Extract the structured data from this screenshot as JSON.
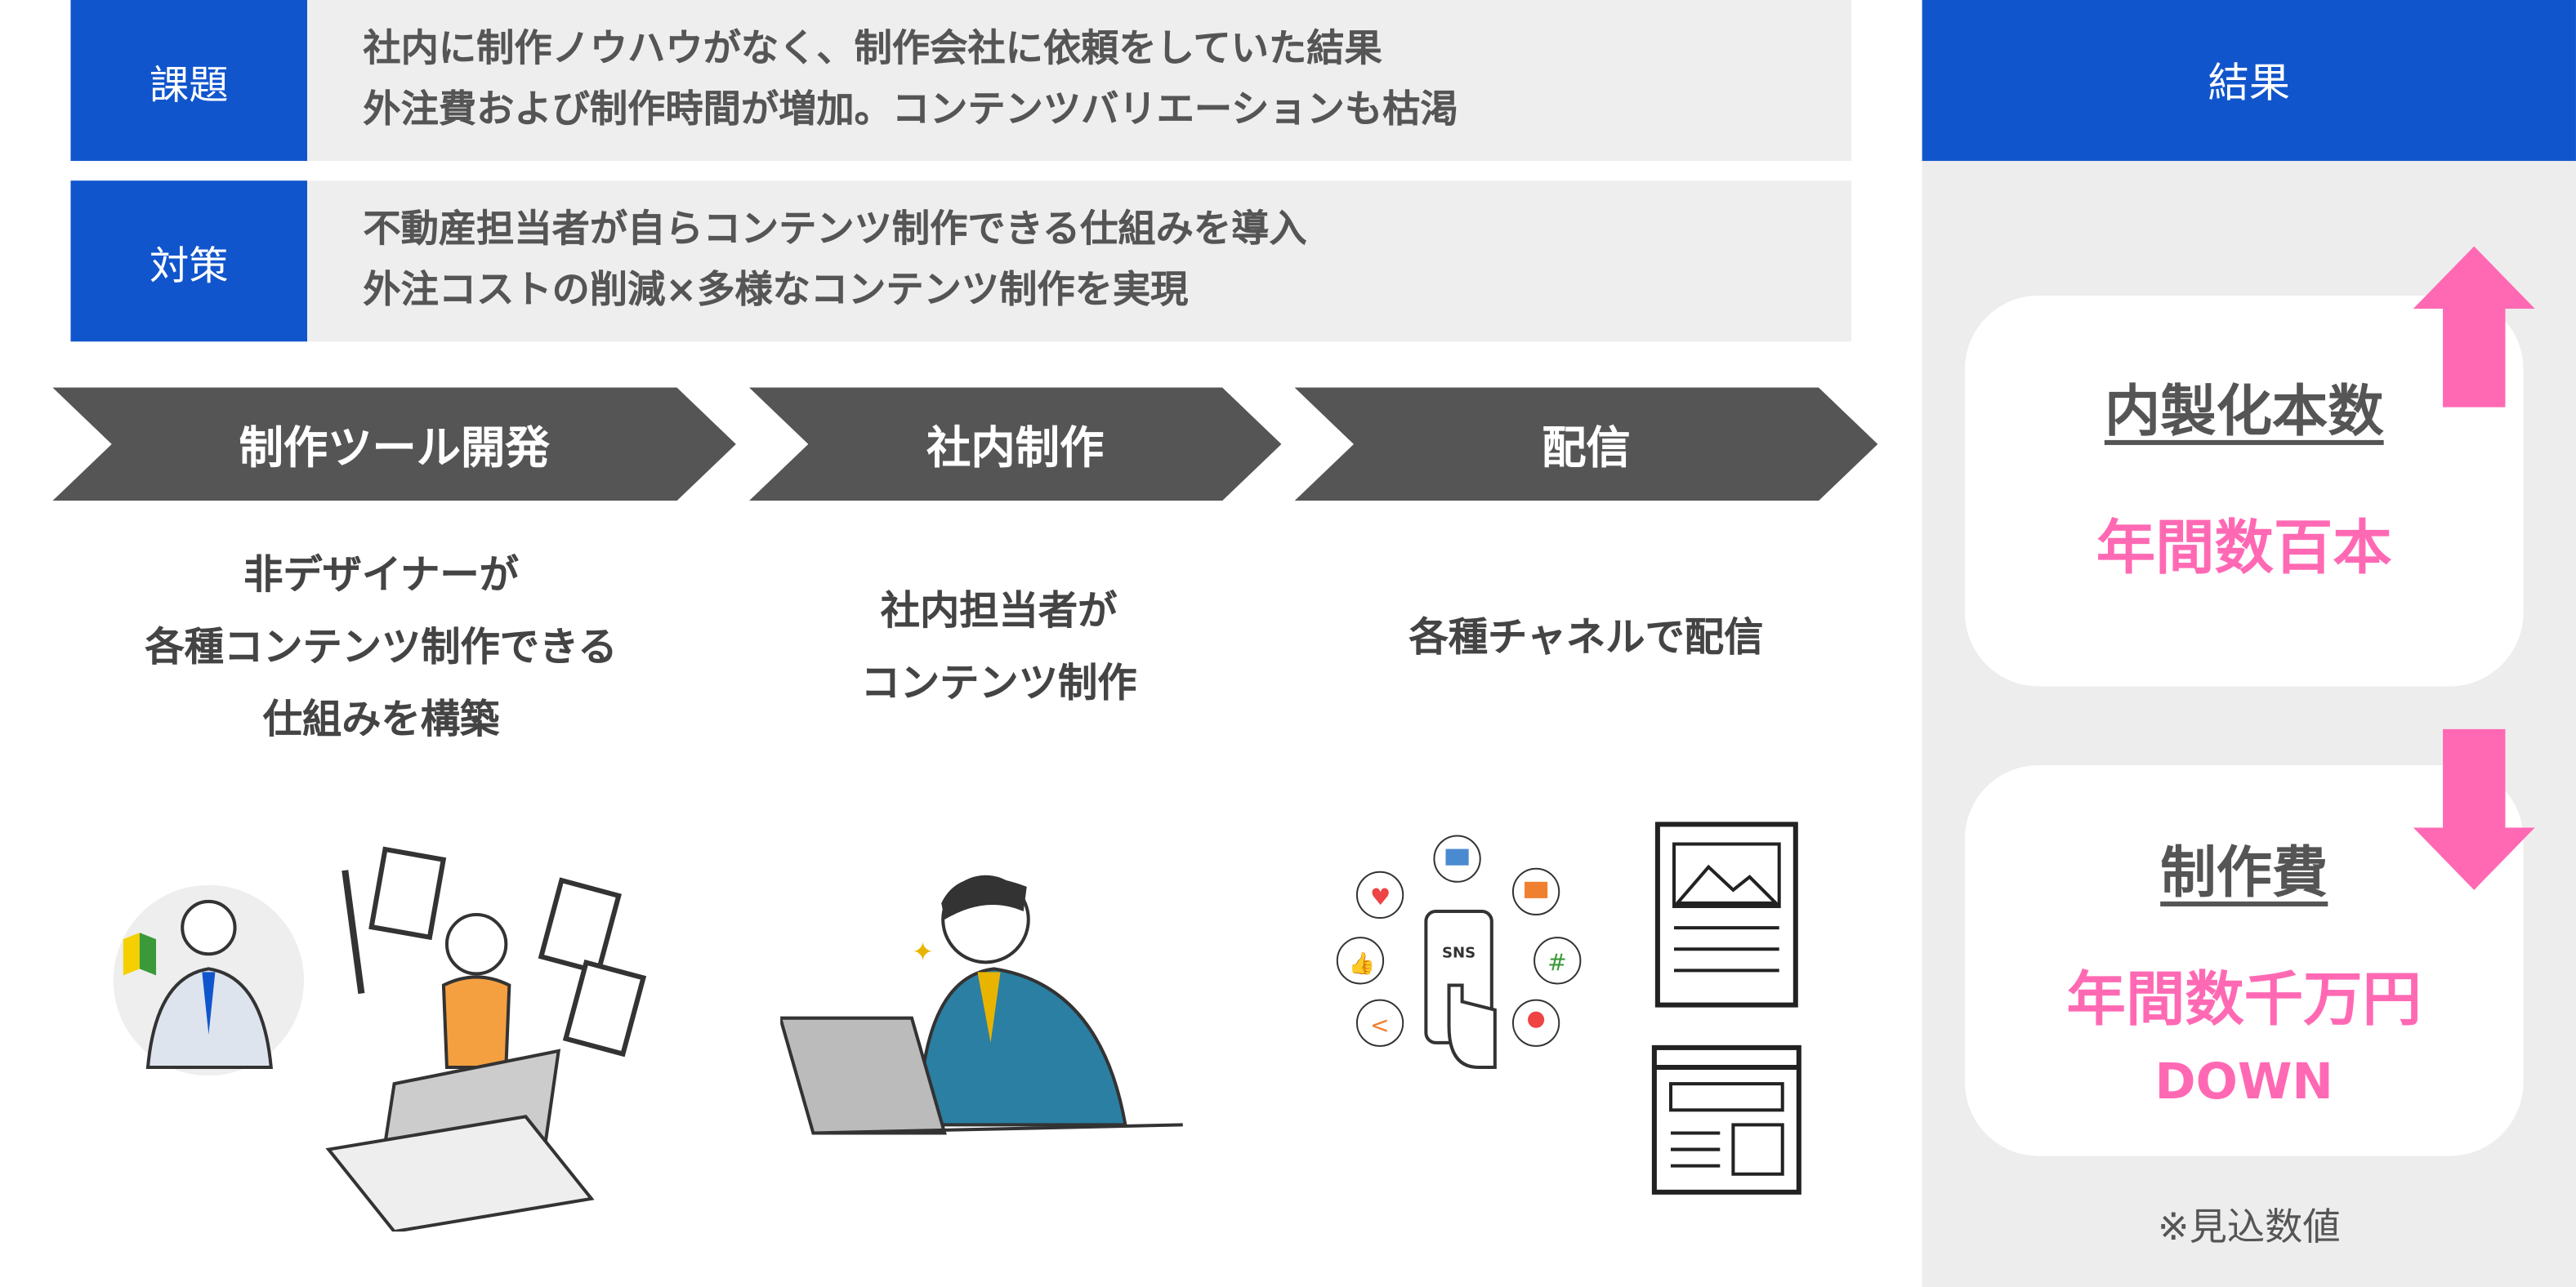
{
  "issue": {
    "label": "課題",
    "lines": [
      "社内に制作ノウハウがなく、制作会社に依頼をしていた結果",
      "外注費および制作時間が増加。コンテンツバリエーションも枯渇"
    ]
  },
  "measure": {
    "label": "対策",
    "lines": [
      "不動産担当者が自らコンテンツ制作できる仕組みを導入",
      "外注コストの削減×多様なコンテンツ制作を実現"
    ]
  },
  "steps": [
    {
      "title": "制作ツール開発",
      "desc": [
        "非デザイナーが",
        "各種コンテンツ制作できる",
        "仕組みを構築"
      ]
    },
    {
      "title": "社内制作",
      "desc": [
        "社内担当者が",
        "コンテンツ制作"
      ]
    },
    {
      "title": "配信",
      "desc": [
        "各種チャネルで配信"
      ]
    }
  ],
  "sns_label": "SNS",
  "result": {
    "header": "結果",
    "cards": [
      {
        "title": "内製化本数",
        "value": "年間数百本",
        "direction": "up"
      },
      {
        "title": "制作費",
        "value": "年間数千万円",
        "sub": "DOWN",
        "direction": "down"
      }
    ],
    "note": "※見込数値"
  },
  "colors": {
    "blue": "#1155cc",
    "pink": "#ff69b4",
    "dark": "#555555"
  }
}
